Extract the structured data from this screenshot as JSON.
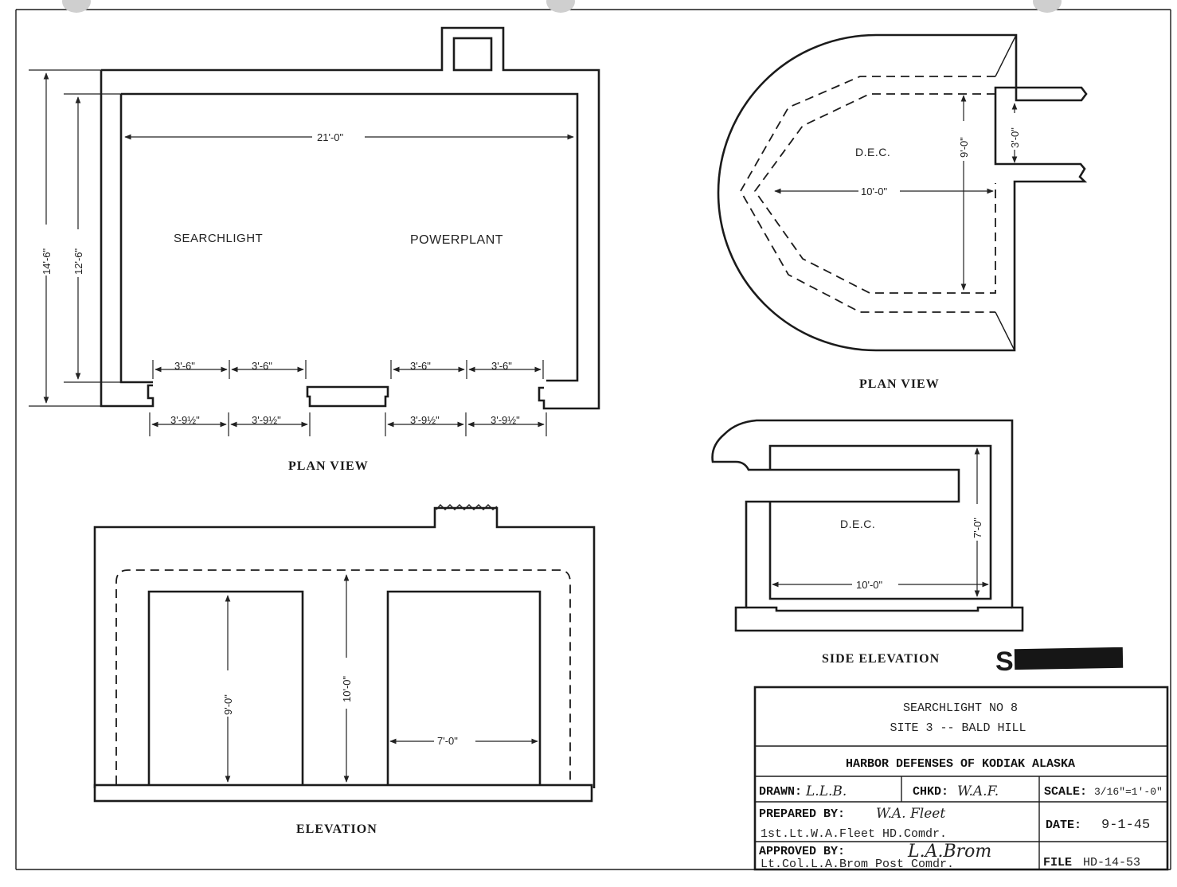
{
  "plan1": {
    "title": "PLAN VIEW",
    "room_left": "SEARCHLIGHT",
    "room_right": "POWERPLANT",
    "dim_width": "21'-0\"",
    "dim_outer_height": "14'-6\"",
    "dim_inner_height": "12'-6\"",
    "dims_upper": [
      "3'-6\"",
      "3'-6\"",
      "3'-6\"",
      "3'-6\""
    ],
    "dims_lower": [
      "3'-9½\"",
      "3'-9½\"",
      "3'-9½\"",
      "3'-9½\""
    ]
  },
  "plan2": {
    "title": "PLAN VIEW",
    "label": "D.E.C.",
    "dim_width": "10'-0\"",
    "dim_height": "9'-0\"",
    "dim_passage": "3'-0\""
  },
  "side": {
    "title": "SIDE ELEVATION",
    "label": "D.E.C.",
    "dim_width": "10'-0\"",
    "dim_height": "7'-0\""
  },
  "elevation": {
    "title": "ELEVATION",
    "dim_door": "9'-0\"",
    "dim_height": "10'-0\"",
    "dim_door_width": "7'-0\""
  },
  "stamp": "S",
  "title_block": {
    "line1": "SEARCHLIGHT NO 8",
    "line2": "SITE 3 -- BALD HILL",
    "org": "HARBOR DEFENSES OF KODIAK ALASKA",
    "drawn_label": "DRAWN:",
    "drawn_value": "L.L.B.",
    "chkd_label": "CHKD:",
    "chkd_value": "W.A.F.",
    "scale_label": "SCALE:",
    "scale_value": "3/16\"=1'-0\"",
    "prepared_label": "PREPARED BY:",
    "prepared_sig": "W.A. Fleet",
    "prepared_name": "1st.Lt.W.A.Fleet  HD.Comdr.",
    "date_label": "DATE:",
    "date_value": "9-1-45",
    "approved_label": "APPROVED BY:",
    "approved_sig": "L.A.Brom",
    "approved_name": "Lt.Col.L.A.Brom  Post Comdr.",
    "file_label": "FILE",
    "file_value": "HD-14-53"
  }
}
